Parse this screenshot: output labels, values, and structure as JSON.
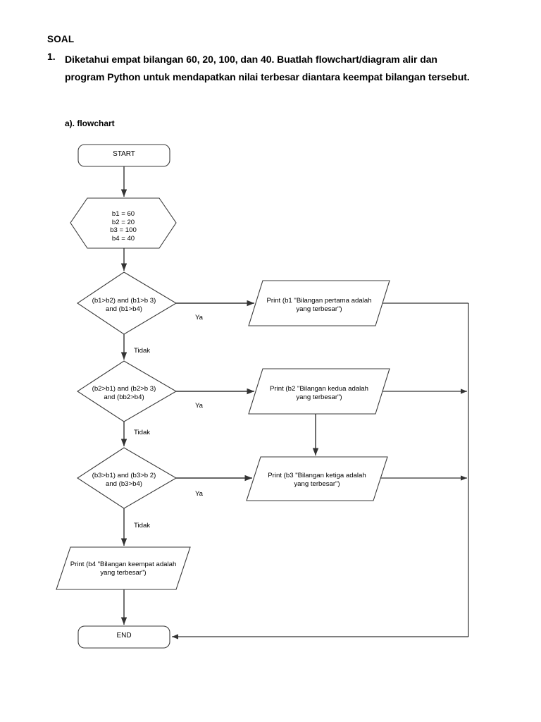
{
  "document": {
    "heading": "SOAL",
    "question_number": "1.",
    "question_text": "Diketahui empat bilangan 60, 20, 100, dan 40. Buatlah flowchart/diagram alir dan program Python untuk mendapatkan nilai terbesar diantara keempat bilangan tersebut.",
    "subheading": "a). flowchart"
  },
  "flowchart": {
    "start": {
      "label": "START",
      "shape": "terminator"
    },
    "init": {
      "shape": "preparation-hexagon",
      "lines": [
        "b1 = 60",
        "b2 = 20",
        "b3 = 100",
        "b4 = 40"
      ],
      "text": "b1 = 60\nb2 = 20\nb3 = 100\nb4 = 40"
    },
    "decisions": [
      {
        "id": "d1",
        "shape": "diamond",
        "text": "(b1>b2) and (b1>b 3)\nand (b1>b4)",
        "yes_label": "Ya",
        "no_label": "Tidak"
      },
      {
        "id": "d2",
        "shape": "diamond",
        "text": "(b2>b1) and (b2>b 3)\nand (bb2>b4)",
        "yes_label": "Ya",
        "no_label": "Tidak"
      },
      {
        "id": "d3",
        "shape": "diamond",
        "text": "(b3>b1) and (b3>b 2)\nand (b3>b4)",
        "yes_label": "Ya",
        "no_label": "Tidak"
      }
    ],
    "outputs": [
      {
        "id": "p1",
        "shape": "parallelogram",
        "text": "Print (b1 \"Bilangan pertama adalah\nyang terbesar\")"
      },
      {
        "id": "p2",
        "shape": "parallelogram",
        "text": "Print (b2 \"Bilangan kedua adalah\nyang terbesar\")"
      },
      {
        "id": "p3",
        "shape": "parallelogram",
        "text": "Print (b3 \"Bilangan ketiga adalah\nyang terbesar\")"
      },
      {
        "id": "p4",
        "shape": "parallelogram",
        "text": "Print (b4 \"Bilangan keempat adalah\nyang terbesar\")"
      }
    ],
    "end": {
      "label": "END",
      "shape": "terminator"
    },
    "colors": {
      "stroke": "#3a3a3a",
      "fill": "#ffffff",
      "text": "#000000",
      "page_background": "#ffffff"
    }
  }
}
